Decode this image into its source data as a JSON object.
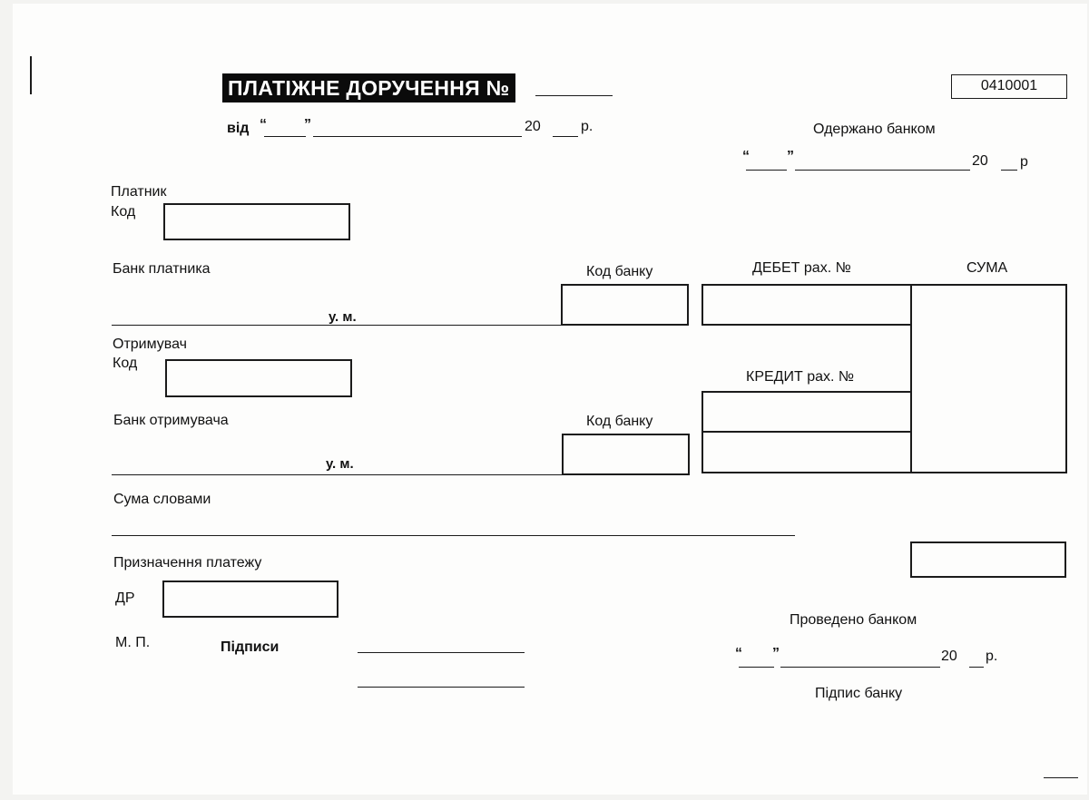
{
  "header": {
    "title": "ПЛАТІЖНЕ ДОРУЧЕННЯ №",
    "form_code": "0410001",
    "date_prefix": "від",
    "open_quote": "“",
    "close_quote": "”",
    "year_prefix": "20",
    "year_suffix": "р.",
    "received_by_bank": "Одержано банком",
    "received_quote_open": "“",
    "received_quote_close": "”",
    "received_year_prefix": "20",
    "received_year_suffix": "р"
  },
  "payer": {
    "label": "Платник",
    "code_label": "Код",
    "bank_label": "Банк платника",
    "city_label": "у. м.",
    "bank_code_label": "Код банку"
  },
  "recipient": {
    "label": "Отримувач",
    "code_label": "Код",
    "bank_label": "Банк отримувача",
    "city_label": "у. м.",
    "bank_code_label": "Код банку"
  },
  "accounts": {
    "debit_label": "ДЕБЕТ рах. №",
    "credit_label": "КРЕДИТ рах. №",
    "sum_label": "СУМА"
  },
  "amount_words_label": "Сума словами",
  "purpose_label": "Призначення платежу",
  "dr_label": "ДР",
  "footer": {
    "stamp_label": "М. П.",
    "signatures_label": "Підписи",
    "processed_by_bank": "Проведено банком",
    "processed_quote_open": "“",
    "processed_quote_close": "”",
    "processed_year_prefix": "20",
    "processed_year_suffix": "р.",
    "bank_signature": "Підпис банку"
  }
}
